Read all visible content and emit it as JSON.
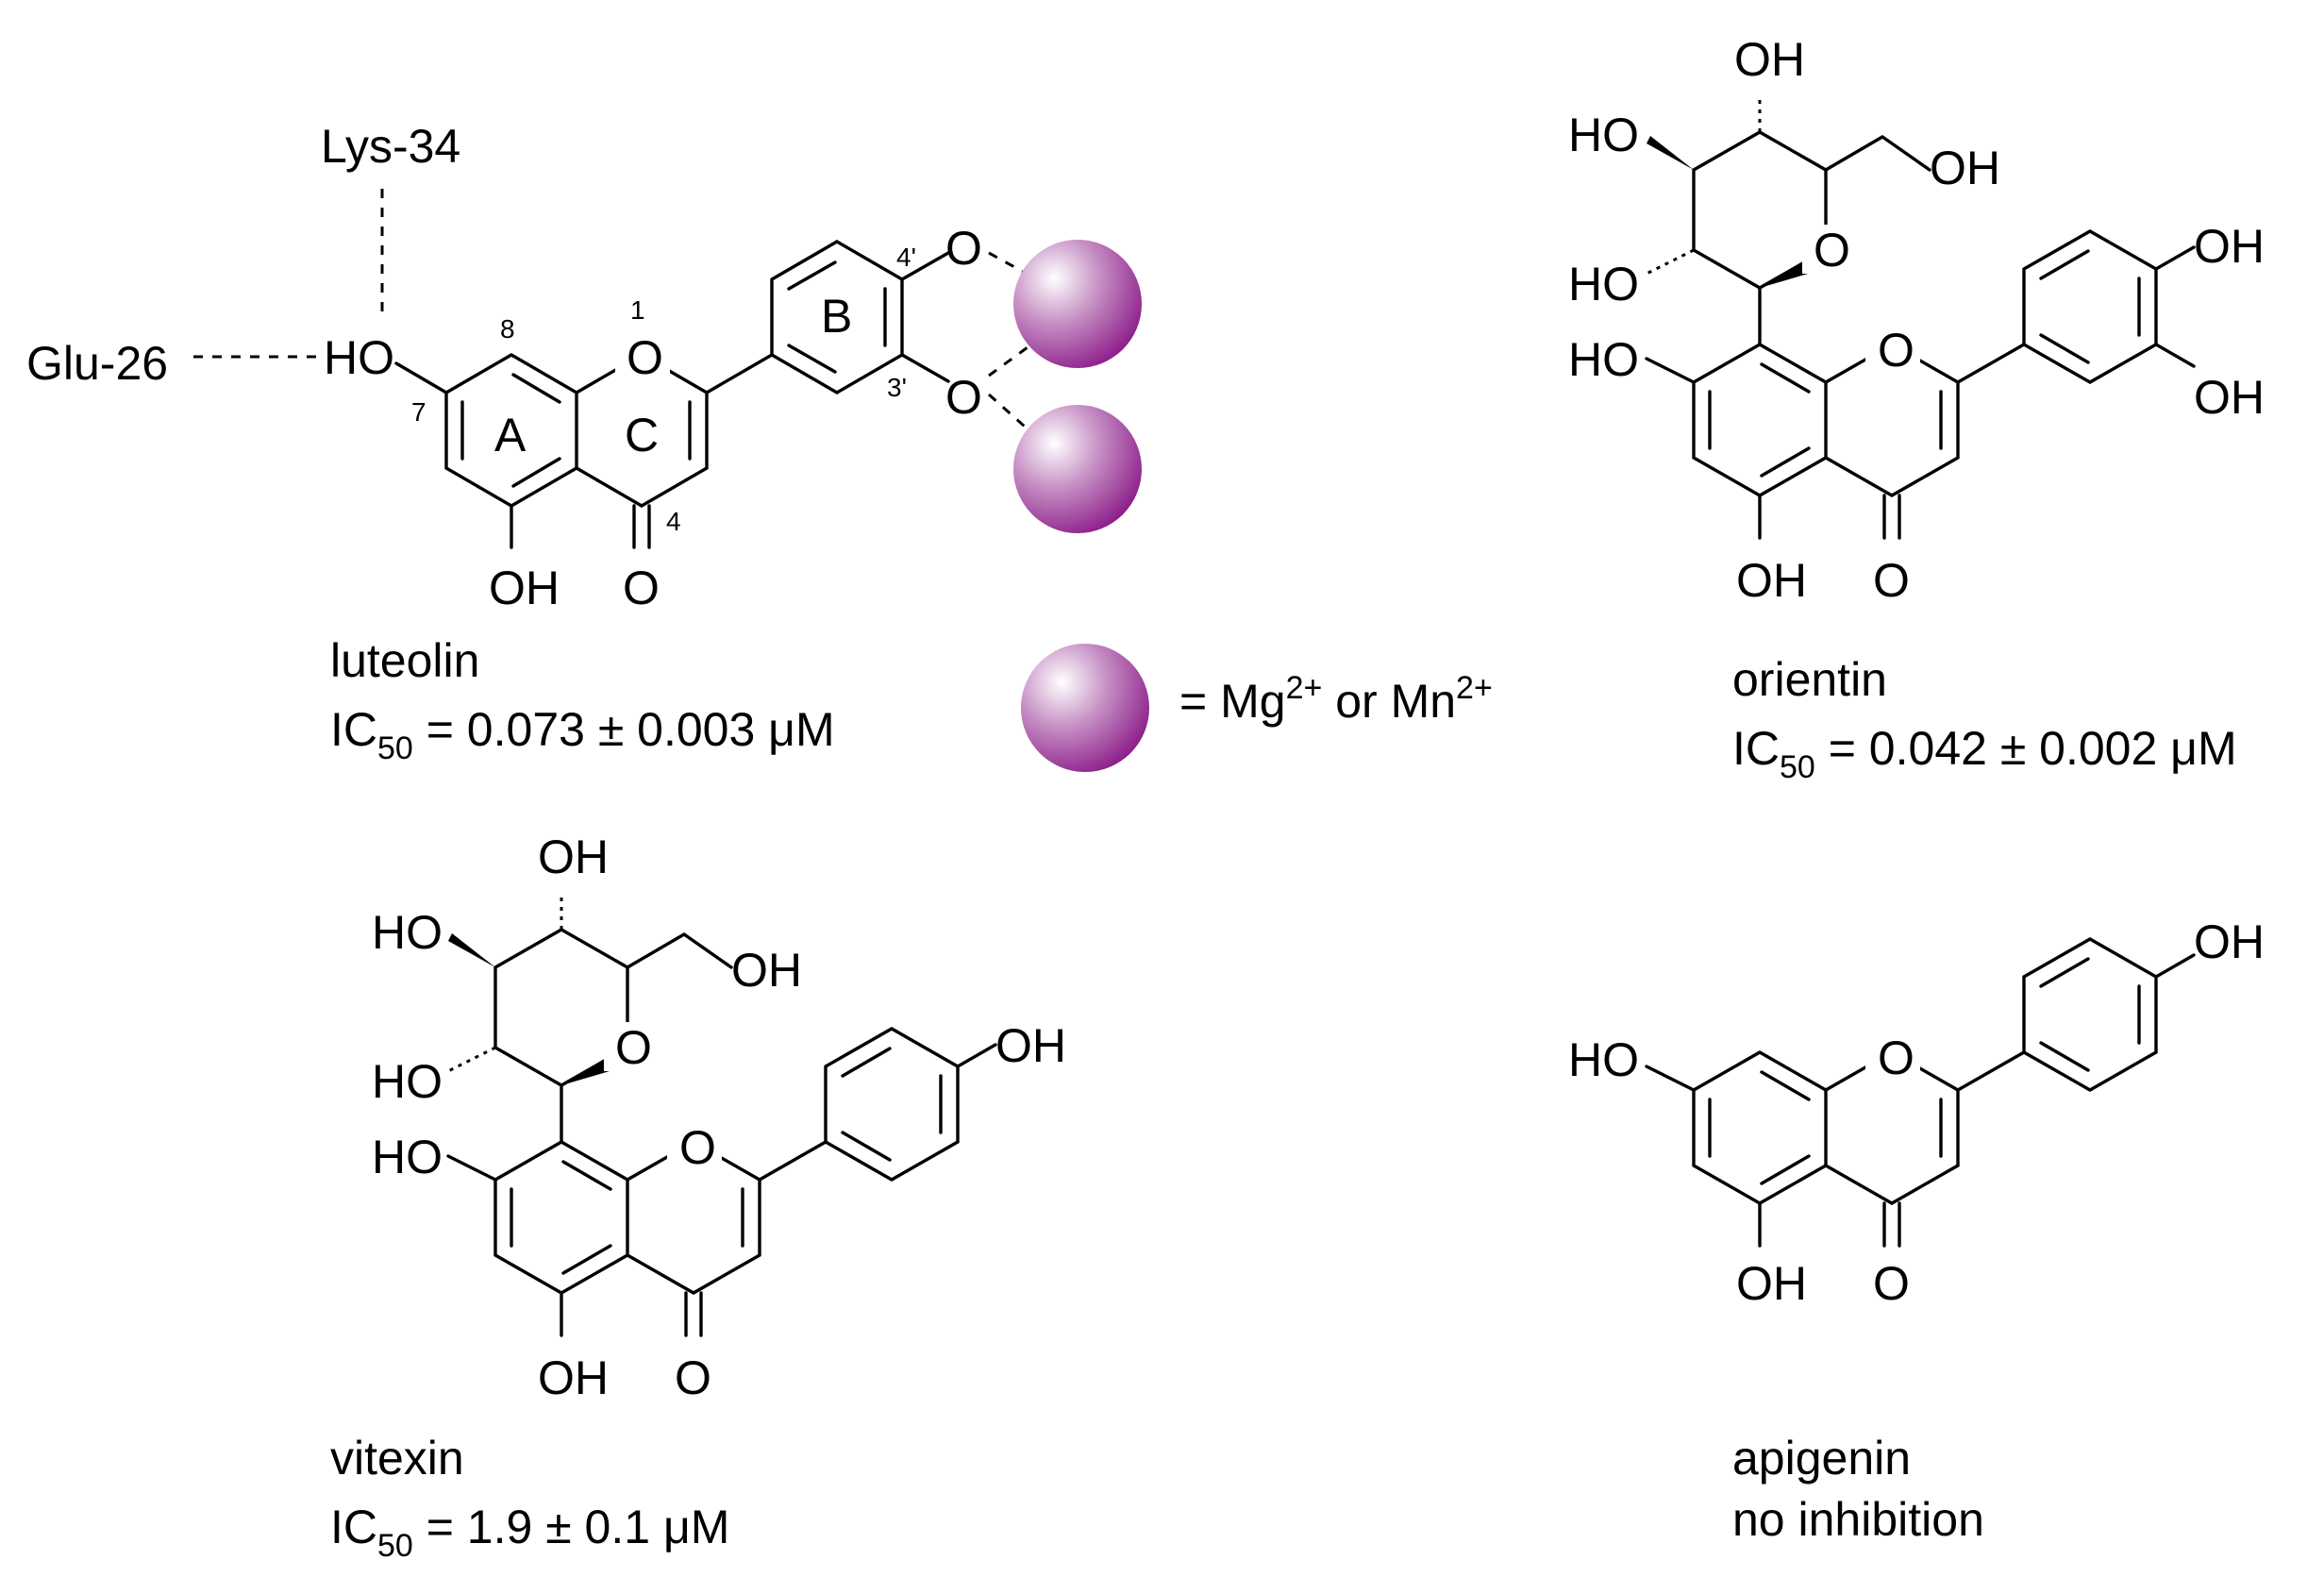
{
  "colors": {
    "metal_light": "#ffffff",
    "metal_mid": "#c690c4",
    "metal_dark": "#8b1a88",
    "ink": "#000000"
  },
  "luteolin": {
    "residue_lys": "Lys-34",
    "residue_glu": "Glu-26",
    "ring_labels": [
      "A",
      "B",
      "C"
    ],
    "position_labels": [
      "1",
      "3'",
      "4",
      "4'",
      "7",
      "8"
    ],
    "atoms": {
      "oh_7": "HO",
      "oh_5": "OH",
      "ring_o": "O",
      "carbonyl_o": "O",
      "o_4p": "O",
      "o_3p": "O"
    },
    "name": "luteolin",
    "ic50_prefix": "IC",
    "ic50_sub": "50",
    "ic50_value": " = 0.073 ± 0.003 μM"
  },
  "legend": {
    "text": "= Mg",
    "sup1": "2+",
    "mid": " or Mn",
    "sup2": "2+"
  },
  "orientin": {
    "atoms": {
      "sugar_oh_top": "OH",
      "sugar_oh_left": "HO",
      "sugar_ch2oh": "OH",
      "sugar_oh_lower": "HO",
      "sugar_o": "O",
      "oh_7": "HO",
      "ring_o": "O",
      "oh_3p": "OH",
      "oh_4p": "OH",
      "oh_5": "OH",
      "carbonyl_o": "O"
    },
    "name": "orientin",
    "ic50_prefix": "IC",
    "ic50_sub": "50",
    "ic50_value": " = 0.042 ± 0.002 μM"
  },
  "vitexin": {
    "atoms": {
      "sugar_oh_top": "OH",
      "sugar_oh_left": "HO",
      "sugar_ch2oh": "OH",
      "sugar_oh_lower": "HO",
      "sugar_o": "O",
      "oh_7": "HO",
      "ring_o": "O",
      "oh_4p": "OH",
      "oh_5": "OH",
      "carbonyl_o": "O"
    },
    "name": "vitexin",
    "ic50_prefix": "IC",
    "ic50_sub": "50",
    "ic50_value": " = 1.9 ± 0.1 μM"
  },
  "apigenin": {
    "atoms": {
      "oh_4p": "OH",
      "oh_7": "HO",
      "ring_o": "O",
      "oh_5": "OH",
      "carbonyl_o": "O"
    },
    "name": "apigenin",
    "activity": "no inhibition"
  }
}
